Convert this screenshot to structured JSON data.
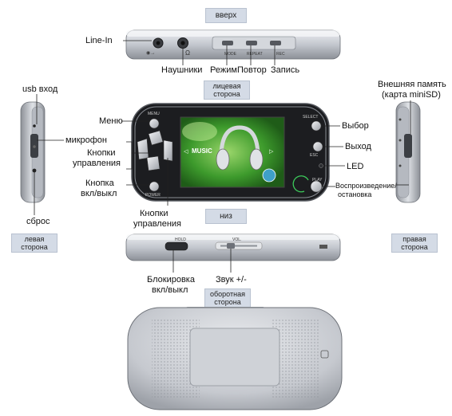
{
  "views": {
    "top": "вверх",
    "front": [
      "лицевая",
      "сторона"
    ],
    "bottom": "низ",
    "left": [
      "левая",
      "сторона"
    ],
    "right": [
      "правая",
      "сторона"
    ],
    "back": [
      "оборотная",
      "сторона"
    ]
  },
  "labels": {
    "line_in": "Line-In",
    "headphones": "Наушники",
    "mode": "Режим",
    "repeat": "Повтор",
    "record": "Запись",
    "usb": "usb вход",
    "mic": "микрофон",
    "reset": "сброс",
    "menu": "Меню",
    "nav_buttons_1": "Кнопки",
    "nav_buttons_2": "управления",
    "power_1": "Кнопка",
    "power_2": "вкл/выкл",
    "nav_buttons_b1": "Кнопки",
    "nav_buttons_b2": "управления",
    "ext_mem_1": "Внешняя память",
    "ext_mem_2": "(карта miniSD)",
    "select": "Выбор",
    "exit": "Выход",
    "led": "LED",
    "play_1": "Воспроизведение/",
    "play_2": "остановка",
    "lock_1": "Блокировка",
    "lock_2": "вкл/выкл",
    "volume": "Звук +/-"
  },
  "device_print": {
    "mode": "MODE",
    "repeat": "REPEAT",
    "rec": "REC",
    "menu": "MENU",
    "power": "POWER",
    "select": "SELECT",
    "esc": "ESC",
    "play": "PLAY",
    "screen_text": "MUSIC",
    "hold": "HOLD",
    "vol": "VOL."
  },
  "colors": {
    "silver": "#c9ccd2",
    "dark": "#2a2c30",
    "tag": "#d4dbe6",
    "screen_green": "#3d9a2c"
  }
}
